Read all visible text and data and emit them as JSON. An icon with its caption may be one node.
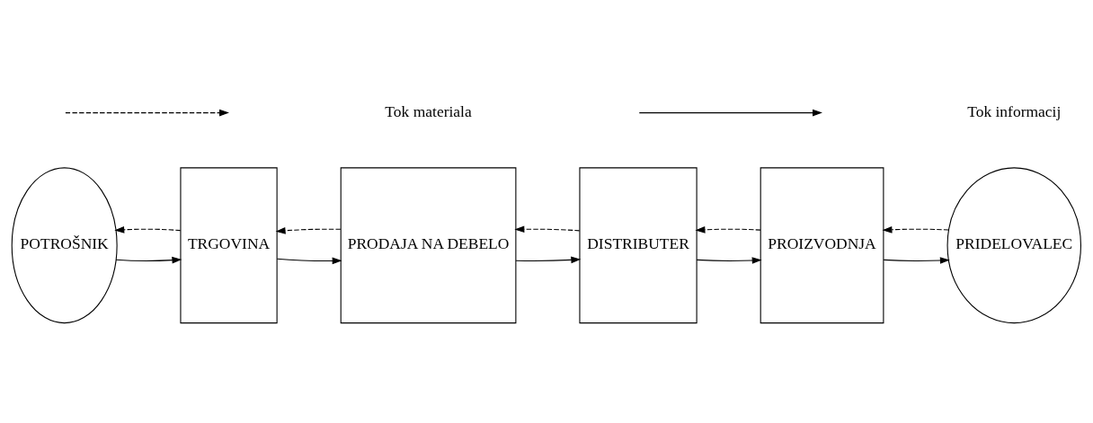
{
  "diagram": {
    "nodes": [
      {
        "text": [
          "POTROŠNIK"
        ]
      },
      {
        "text": [
          "TRGOVINA"
        ]
      },
      {
        "text": [
          "PRODAJA NA DEBELO"
        ]
      },
      {
        "text": [
          "DISTRIBUTER"
        ]
      },
      {
        "text": [
          "PROIZVODNJA"
        ]
      },
      {
        "text": [
          "PRIDELOVALEC"
        ]
      }
    ],
    "edges": [
      {
        "from": 5,
        "to": 4,
        "arrow": "to",
        "style": "dashed"
      },
      {
        "from": 4,
        "to": 3,
        "arrow": "to",
        "style": "dashed"
      },
      {
        "from": 3,
        "to": 2,
        "arrow": "to",
        "style": "dashed"
      },
      {
        "from": 2,
        "to": 1,
        "arrow": "to",
        "style": "dashed"
      },
      {
        "from": 1,
        "to": 0,
        "arrow": "to",
        "style": "dashed"
      },
      {
        "from": 0,
        "to": 1,
        "arrow": "to"
      },
      {
        "from": 1,
        "to": 2,
        "arrow": "to"
      },
      {
        "from": 2,
        "to": 3,
        "arrow": "to"
      },
      {
        "from": 3,
        "to": 4,
        "arrow": "to"
      },
      {
        "from": 4,
        "to": 5,
        "arrow": "to"
      }
    ],
    "legend": [
      {
        "text": "Tok materiala"
      },
      {
        "text": "Tok informacij"
      }
    ]
  }
}
